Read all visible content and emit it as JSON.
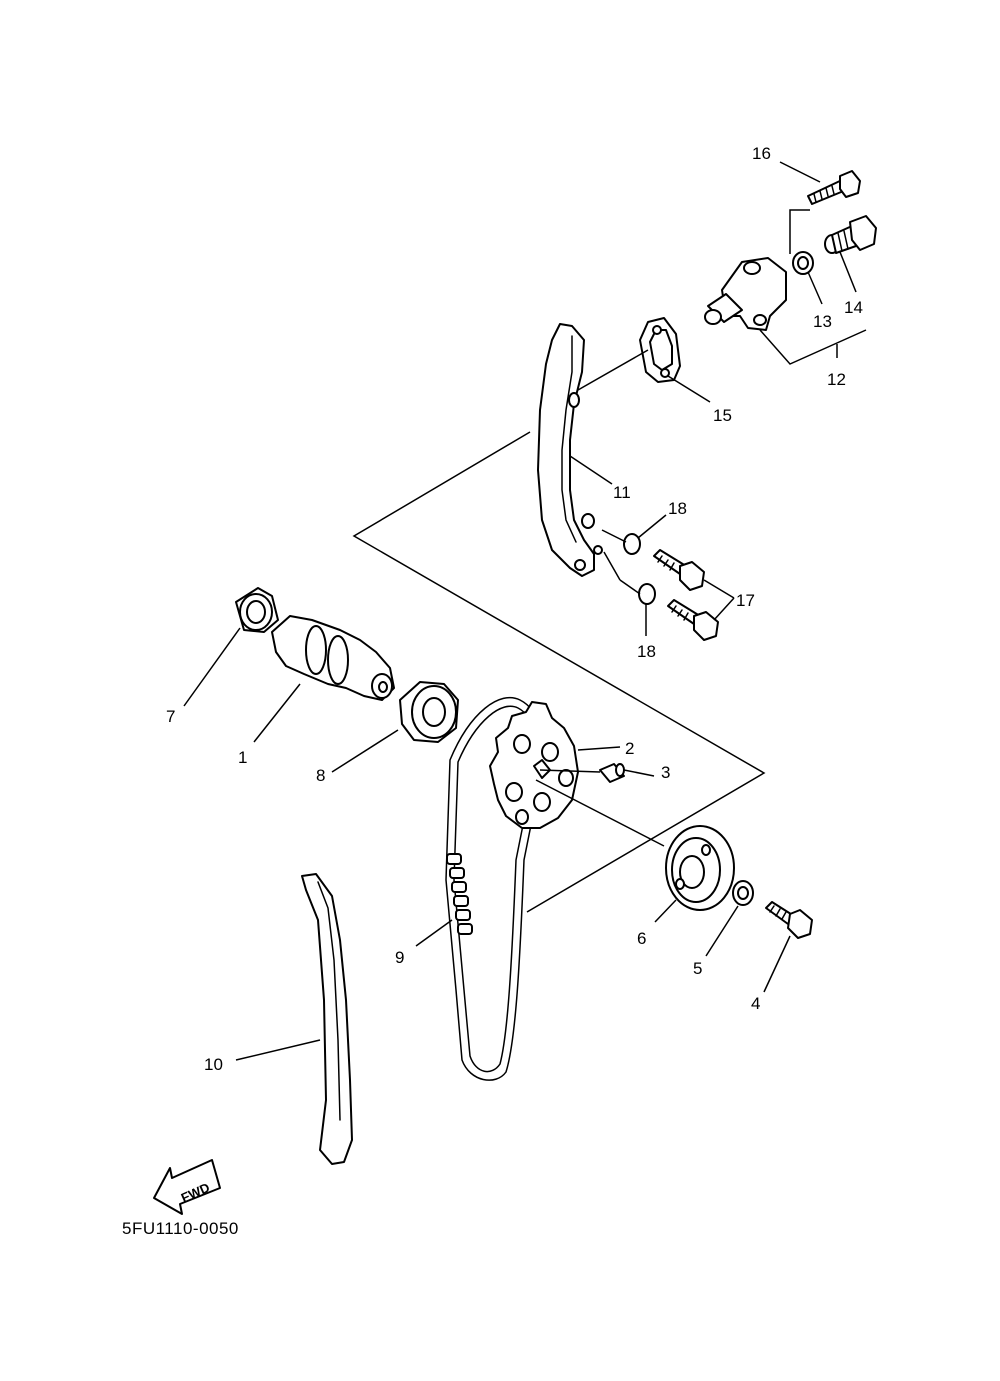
{
  "diagram_code": "5FU1110-0050",
  "direction_label": "FWD",
  "callouts": {
    "p1": "1",
    "p2": "2",
    "p3": "3",
    "p4": "4",
    "p5": "5",
    "p6": "6",
    "p7": "7",
    "p8": "8",
    "p9": "9",
    "p10": "10",
    "p11": "11",
    "p12": "12",
    "p13": "13",
    "p14": "14",
    "p15": "15",
    "p16": "16",
    "p17": "17",
    "p18a": "18",
    "p18b": "18"
  }
}
